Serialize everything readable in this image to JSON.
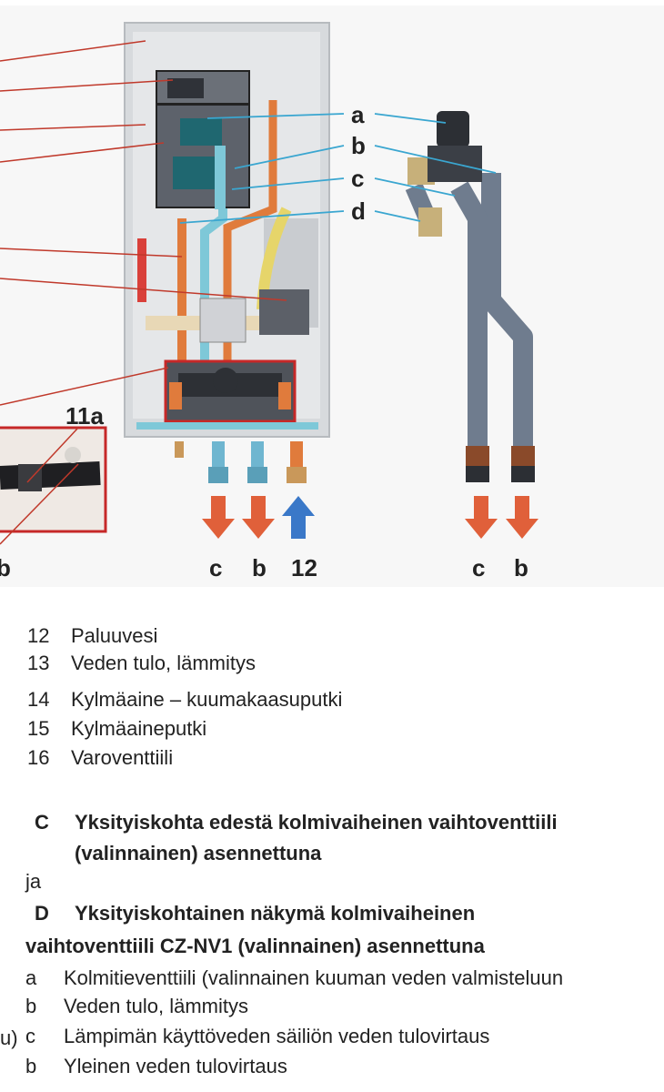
{
  "figure": {
    "callout_letters": [
      "a",
      "b",
      "c",
      "d"
    ],
    "detail_label": "11a",
    "bottom_labels_unit": [
      "c",
      "b",
      "12"
    ],
    "bottom_labels_pipes": [
      "c",
      "b"
    ],
    "edge_label": "b",
    "colors": {
      "callout_line_blue": "#3aa6d0",
      "callout_line_red": "#c0392b",
      "arrow_orange": "#e0603a",
      "arrow_blue": "#3a78c8",
      "highlight_box": "#c62828"
    }
  },
  "legend": [
    {
      "num": "12",
      "text": "Paluuvesi"
    },
    {
      "num": "13",
      "text": "Veden tulo, lämmitys"
    },
    {
      "num": "14",
      "text": "Kylmäaine – kuumakaasuputki"
    },
    {
      "num": "15",
      "text": "Kylmäaineputki"
    },
    {
      "num": "16",
      "text": "Varoventtiili"
    }
  ],
  "section_c": {
    "letter": "C",
    "line1": "Yksityiskohta edestä kolmivaiheinen vaihtoventtiili",
    "line2": "(valinnainen) asennettuna"
  },
  "conjunction": "ja",
  "section_d": {
    "letter": "D",
    "line1": "Yksityiskohtainen näkymä kolmivaiheinen",
    "line2": "vaihtoventtiili CZ-NV1 (valinnainen) asennettuna"
  },
  "sublist": [
    {
      "letter": "a",
      "text": "Kolmitieventtiili (valinnainen kuuman veden valmisteluun"
    },
    {
      "letter": "b",
      "text": "Veden tulo, lämmitys"
    },
    {
      "letter": "c",
      "text": "Lämpimän käyttöveden säiliön veden tulovirtaus"
    },
    {
      "letter": "b",
      "text": "Yleinen veden tulovirtaus"
    }
  ],
  "left_fragment": "u)"
}
